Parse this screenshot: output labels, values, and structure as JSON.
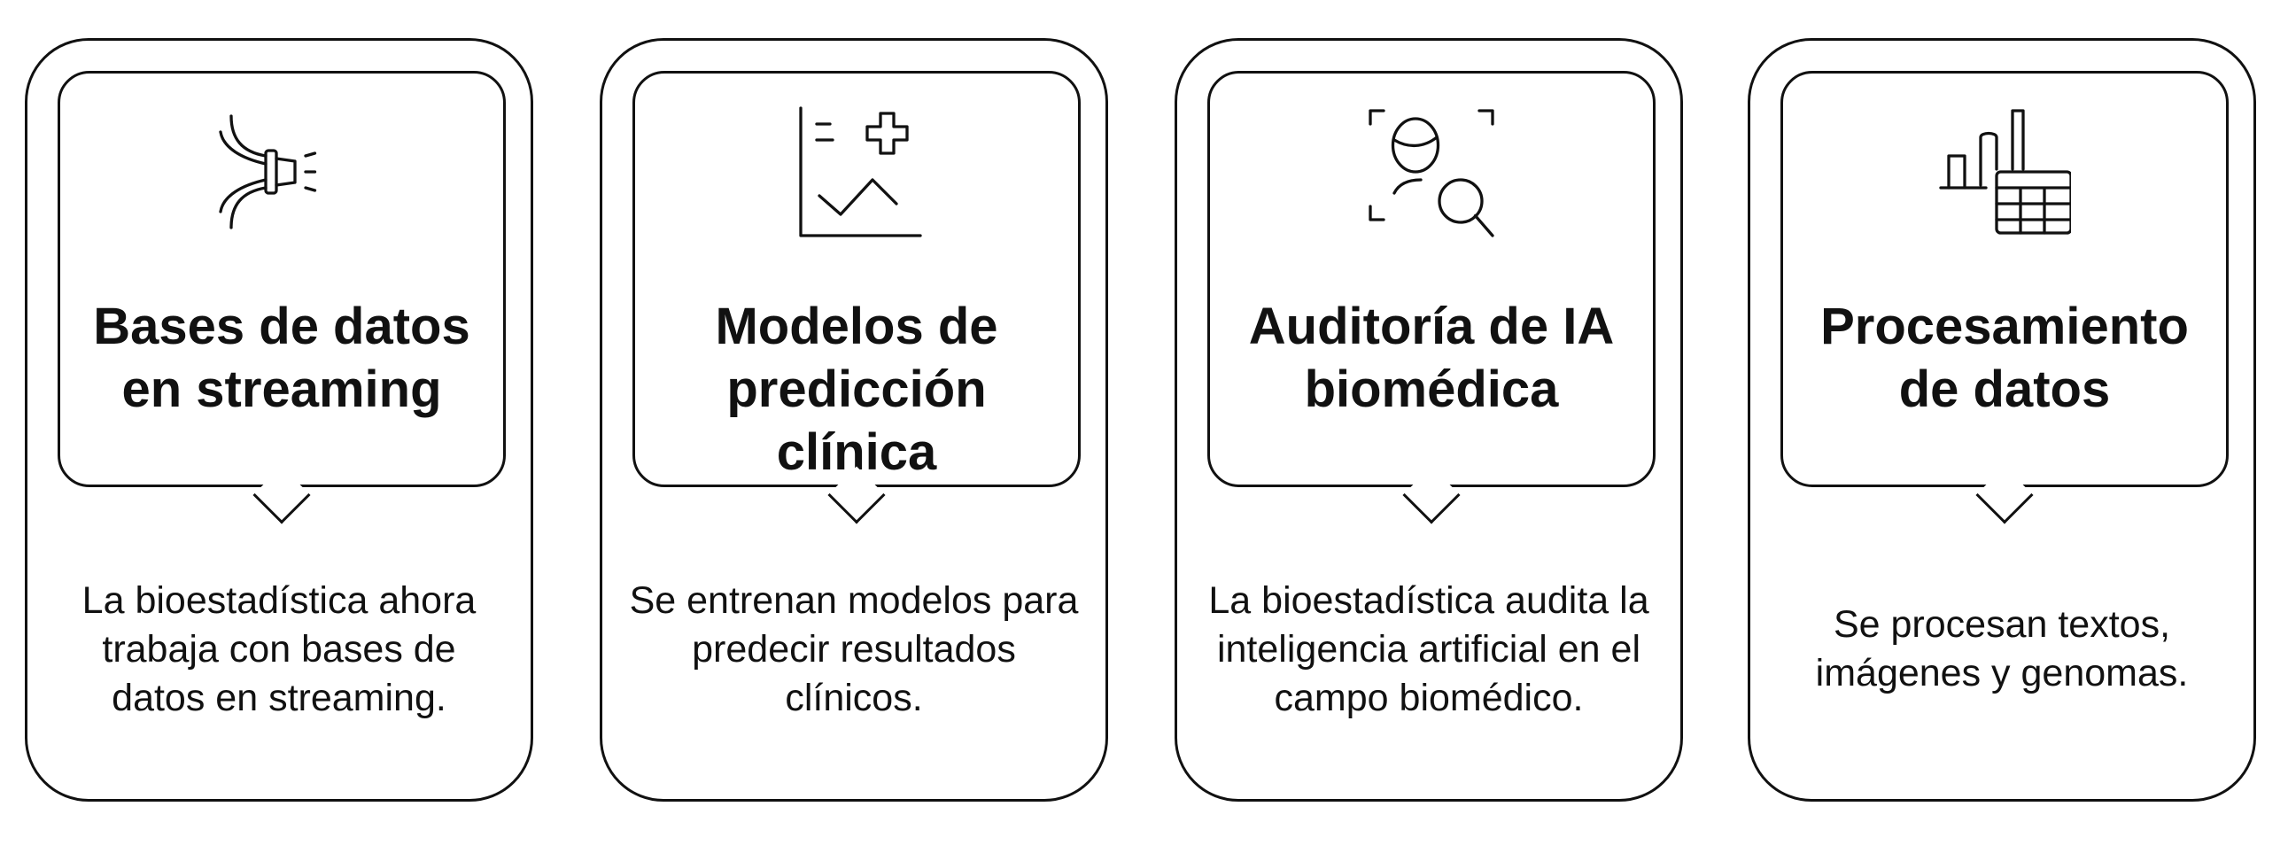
{
  "cards": [
    {
      "icon": "streaming-cable-icon",
      "title": "Bases de datos en streaming",
      "description": "La bioestadística ahora trabaja con bases de datos en streaming."
    },
    {
      "icon": "clinical-chart-icon",
      "title": "Modelos de predicción clínica",
      "description": "Se entrenan modelos para predecir resultados clínicos."
    },
    {
      "icon": "ai-audit-search-icon",
      "title": "Auditoría de IA biomédica",
      "description": "La bioestadística audita la inteligencia artificial en el campo biomédico."
    },
    {
      "icon": "data-table-chart-icon",
      "title": "Procesamiento de datos",
      "description": "Se procesan textos, imágenes y genomas."
    }
  ]
}
